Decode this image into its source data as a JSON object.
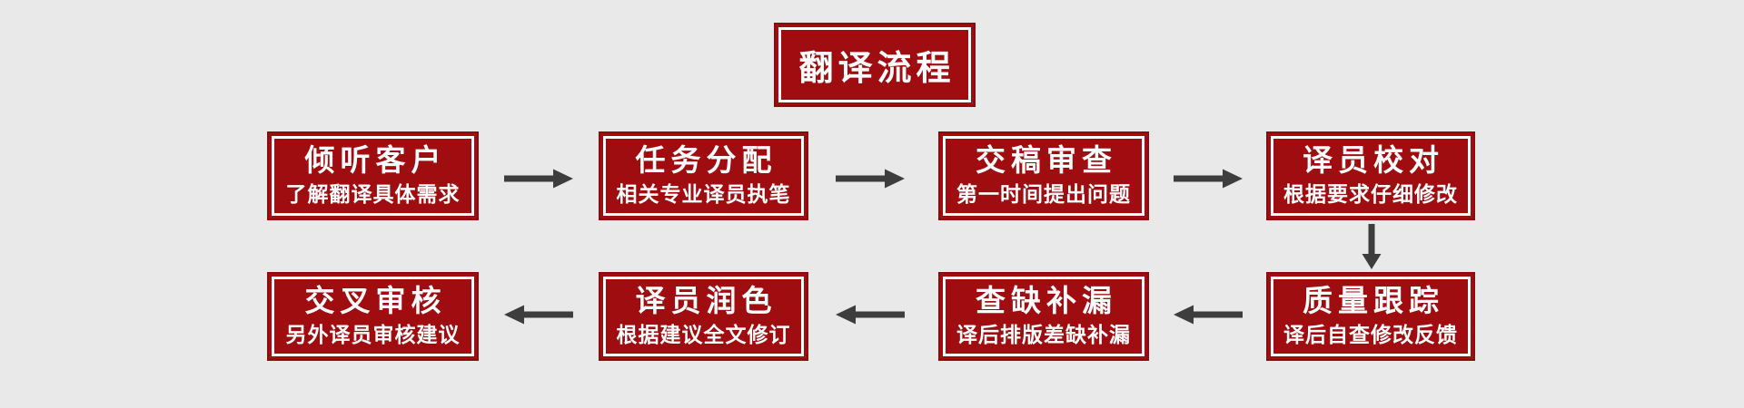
{
  "page": {
    "background_color": "#e9e9e9"
  },
  "diagram": {
    "title": "翻译流程",
    "steps": [
      {
        "order": 1,
        "title": "倾听客户",
        "subtitle": "了解翻译具体需求"
      },
      {
        "order": 2,
        "title": "任务分配",
        "subtitle": "相关专业译员执笔"
      },
      {
        "order": 3,
        "title": "交稿审查",
        "subtitle": "第一时间提出问题"
      },
      {
        "order": 4,
        "title": "译员校对",
        "subtitle": "根据要求仔细修改"
      },
      {
        "order": 5,
        "title": "质量跟踪",
        "subtitle": "译后自查修改反馈"
      },
      {
        "order": 6,
        "title": "查缺补漏",
        "subtitle": "译后排版差缺补漏"
      },
      {
        "order": 7,
        "title": "译员润色",
        "subtitle": "根据建议全文修订"
      },
      {
        "order": 8,
        "title": "交叉审核",
        "subtitle": "另外译员审核建议"
      }
    ],
    "flow_order": "倾听客户 → 任务分配 → 交稿审查 → 译员校对 → 质量跟踪 → 查缺补漏 → 译员润色 → 交叉审核",
    "colors": {
      "box_fill": "#a00d10",
      "box_keyline": "#ffffff",
      "text": "#ffffff",
      "arrow": "#3d3d3d",
      "background": "#e9e9e9"
    }
  }
}
